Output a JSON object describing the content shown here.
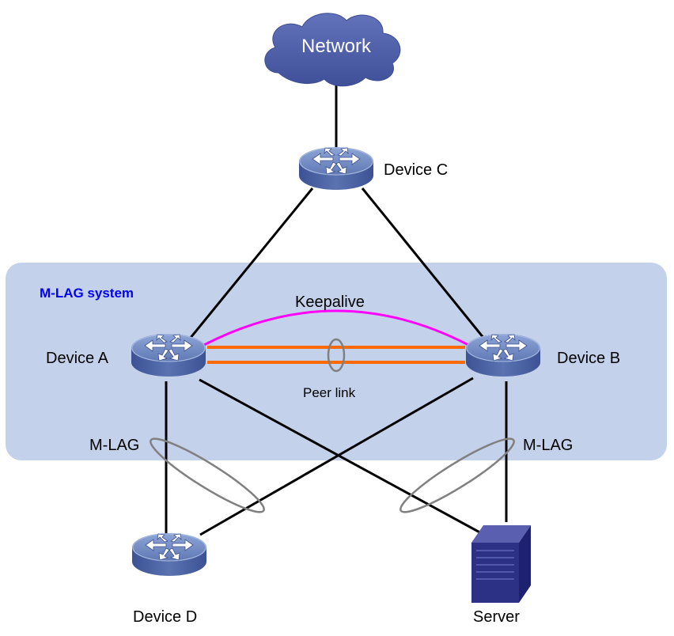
{
  "cloud": {
    "label": "Network"
  },
  "devices": {
    "c": {
      "label": "Device C"
    },
    "a": {
      "label": "Device A"
    },
    "b": {
      "label": "Device B"
    },
    "d": {
      "label": "Device D"
    },
    "server": {
      "label": "Server"
    }
  },
  "mlag_system": {
    "label": "M-LAG system"
  },
  "links": {
    "keepalive": "Keepalive",
    "peer_link": "Peer link",
    "mlag_left": "M-LAG",
    "mlag_right": "M-LAG"
  },
  "colors": {
    "system_bg": "#c4d1ea",
    "system_label": "#0000ff",
    "keepalive": "#ff00ff",
    "peer_link": "#ff6a00",
    "cloud": "#4f5ea6",
    "device_top": "#6d86be",
    "device_side": "#4a62a2",
    "server": "#2c3185",
    "link": "#000000",
    "aggregation_ring": "#808080"
  },
  "icons": {
    "cloud": "cloud-icon",
    "switch": "switch-icon",
    "server": "server-icon"
  }
}
